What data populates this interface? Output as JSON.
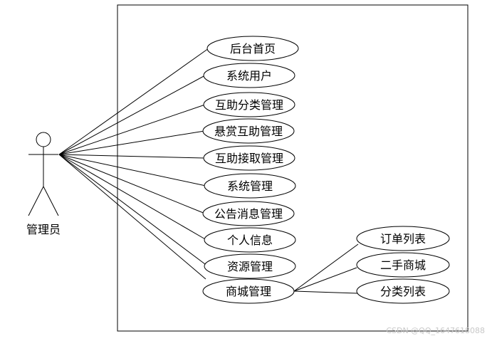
{
  "actor": {
    "label": "管理员"
  },
  "use_cases": [
    {
      "id": "home",
      "label": "后台首页"
    },
    {
      "id": "system-user",
      "label": "系统用户"
    },
    {
      "id": "category-mgmt",
      "label": "互助分类管理"
    },
    {
      "id": "reward-mgmt",
      "label": "悬赏互助管理"
    },
    {
      "id": "accept-mgmt",
      "label": "互助接取管理"
    },
    {
      "id": "system-mgmt",
      "label": "系统管理"
    },
    {
      "id": "notice-mgmt",
      "label": "公告消息管理"
    },
    {
      "id": "profile",
      "label": "个人信息"
    },
    {
      "id": "resource-mgmt",
      "label": "资源管理"
    },
    {
      "id": "mall-mgmt",
      "label": "商城管理"
    }
  ],
  "sub_use_cases": [
    {
      "id": "order-list",
      "label": "订单列表"
    },
    {
      "id": "second-hand",
      "label": "二手商城"
    },
    {
      "id": "category-list",
      "label": "分类列表"
    }
  ],
  "colors": {
    "stroke": "#000000",
    "fill": "#ffffff",
    "watermark": "#c8c8c8"
  },
  "watermark": "CSDN @QQ_1647618088"
}
